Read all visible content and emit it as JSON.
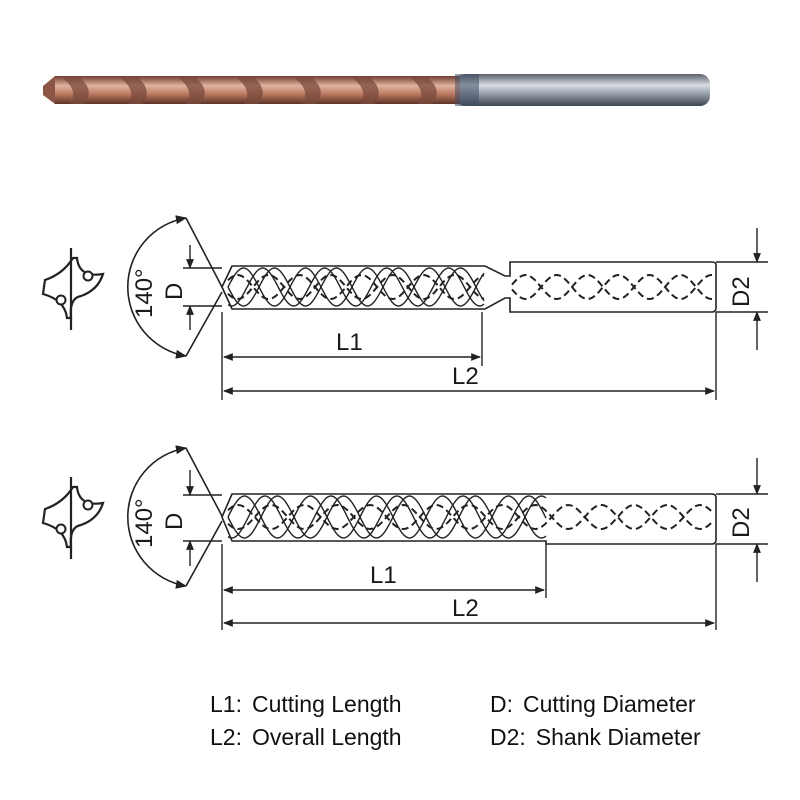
{
  "product_photo": {
    "colors": {
      "coating": "#c08670",
      "coating_dark": "#7a4a3c",
      "shank": "#9aa3ad",
      "shank_dark": "#4b5560"
    }
  },
  "diagram_labels": {
    "angle": "140°",
    "d": "D",
    "d2": "D2",
    "l1": "L1",
    "l2": "L2"
  },
  "legend": [
    [
      {
        "key": "L1:",
        "text": "Cutting Length"
      },
      {
        "key": "D:",
        "text": "Cutting Diameter"
      }
    ],
    [
      {
        "key": "L2:",
        "text": "Overall Length"
      },
      {
        "key": "D2:",
        "text": "Shank Diameter"
      }
    ]
  ]
}
